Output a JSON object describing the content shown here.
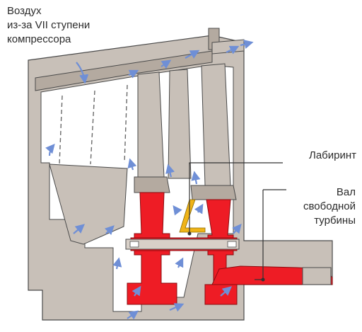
{
  "labels": {
    "air": [
      "Воздух",
      "из-за VII ступени",
      "компрессора"
    ],
    "labyrinth": [
      "Лабиринт"
    ],
    "shaft": [
      "Вал",
      "свободной",
      "турбины"
    ]
  },
  "colors": {
    "casing": "#c8c0b8",
    "casing_dark": "#b4aaa0",
    "outline": "#4a4a4a",
    "rotor": "#ee1c25",
    "shaft": "#ee1c25",
    "labyrinth": "#f0b418",
    "airflow": "#6f8fd6",
    "background": "#ffffff",
    "text": "#2b2b2b"
  },
  "icons": {
    "airflow": "airflow-arrow-icon"
  }
}
